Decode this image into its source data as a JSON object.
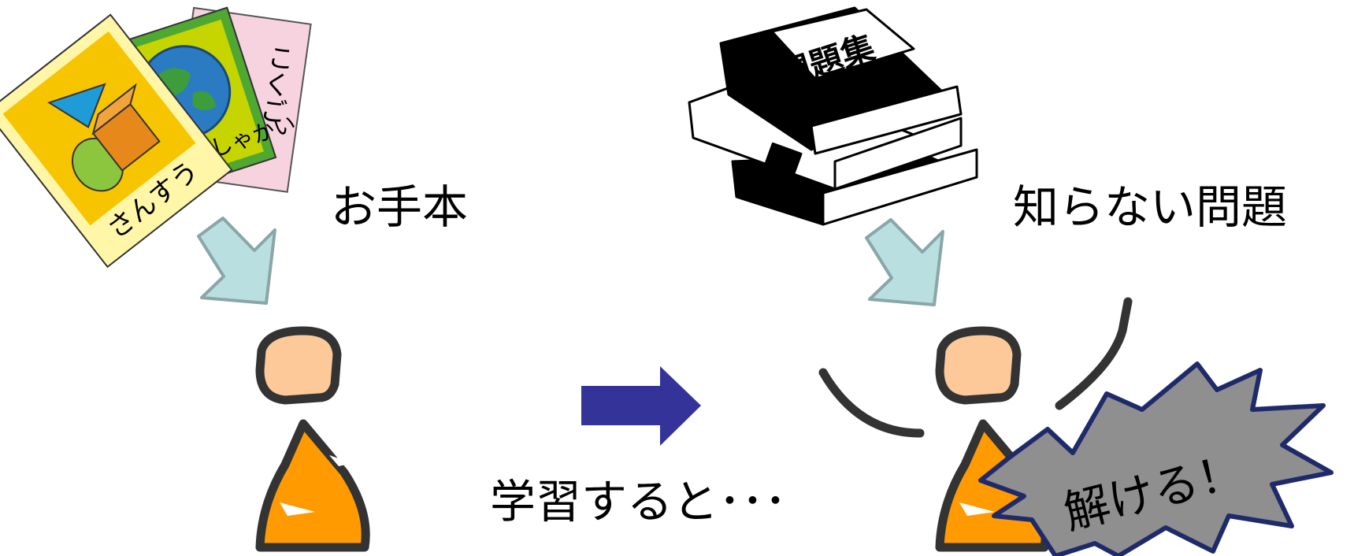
{
  "diagram": {
    "textbooks": {
      "sansuu": "さんすう",
      "kokugo": "こくご",
      "shakai": "しゃかい"
    },
    "workbook_title": "問題集",
    "label_example": "お手本",
    "label_unknown": "知らない問題",
    "label_learning": "学習すると･･･",
    "label_solved": "解ける！"
  },
  "colors": {
    "down_arrow_fill": "#b9dfe1",
    "down_arrow_stroke": "#8aa6a8",
    "right_arrow": "#333399",
    "head_skin": "#fdc998",
    "body_orange": "#ff9a00",
    "burst_fill": "#8f8f8f",
    "burst_stroke": "#1f2a6b"
  }
}
